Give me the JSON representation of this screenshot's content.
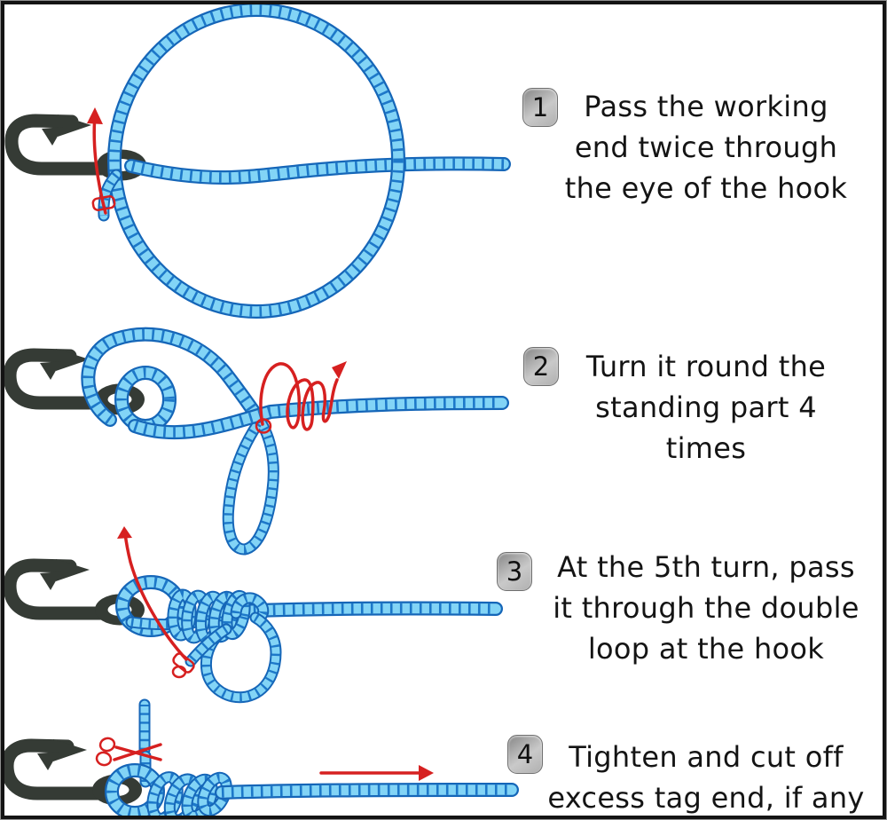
{
  "steps": [
    {
      "number": "1",
      "text": "Pass the working\nend twice through\nthe eye of the hook"
    },
    {
      "number": "2",
      "text": "Turn it round the\nstanding part 4\ntimes"
    },
    {
      "number": "3",
      "text": "At the 5th turn, pass\nit through the double\nloop at the hook"
    },
    {
      "number": "4",
      "text": "Tighten and cut off\nexcess tag end, if any"
    }
  ],
  "figures": [
    {
      "step": "1",
      "shows": "line passed twice through hook eye forming a large loop"
    },
    {
      "step": "2",
      "shows": "working end turned round the standing part, red coil arrow"
    },
    {
      "step": "3",
      "shows": "five turns coiled, tag through double loop, red pull arrow"
    },
    {
      "step": "4",
      "shows": "tightened knot, scissors cutting tag end, red pull arrow"
    }
  ],
  "icons": {
    "hook": "fish-hook-icon",
    "scissors": "scissors-icon",
    "up_arrow": "up-arrow-icon",
    "coil_arrow": "coil-arrow-icon",
    "right_arrow": "right-arrow-icon",
    "tag_marker": "tag-end-marker-icon"
  },
  "colors": {
    "rope_fill": "#82d4f6",
    "rope_outline": "#1566b8",
    "rope_segments": "#1d78c9",
    "hook": "#353b35",
    "accent_red": "#d62020",
    "badge_bg": "#b0b0b0",
    "text": "#141414",
    "background": "#ffffff",
    "border": "#131313"
  }
}
